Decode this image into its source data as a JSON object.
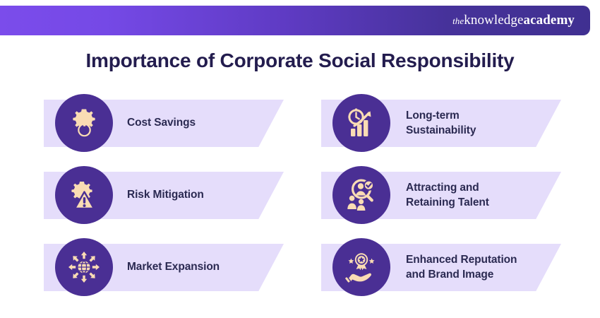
{
  "header": {
    "logo": {
      "the": "the",
      "knowledge": "knowledge",
      "academy": "academy"
    },
    "gradient_from": "#7b4ceb",
    "gradient_to": "#403091"
  },
  "title": "Importance of Corporate Social Responsibility",
  "colors": {
    "badge_purple": "#4a2f94",
    "banner_lavender": "#e5ddfb",
    "icon_peach": "#fadcb4",
    "text_navy": "#2b2a52",
    "title_navy": "#231c4e"
  },
  "columns": {
    "left": [
      {
        "label": "Cost Savings",
        "icon": "gear-hand-coin-icon"
      },
      {
        "label": "Risk Mitigation",
        "icon": "gear-warning-icon"
      },
      {
        "label": "Market Expansion",
        "icon": "globe-arrows-icon"
      }
    ],
    "right": [
      {
        "label": "Long-term\nSustainability",
        "icon": "clock-growth-chart-icon"
      },
      {
        "label": "Attracting and\nRetaining Talent",
        "icon": "magnifier-people-check-icon"
      },
      {
        "label": "Enhanced Reputation\nand Brand Image",
        "icon": "hand-award-badge-icon"
      }
    ]
  }
}
